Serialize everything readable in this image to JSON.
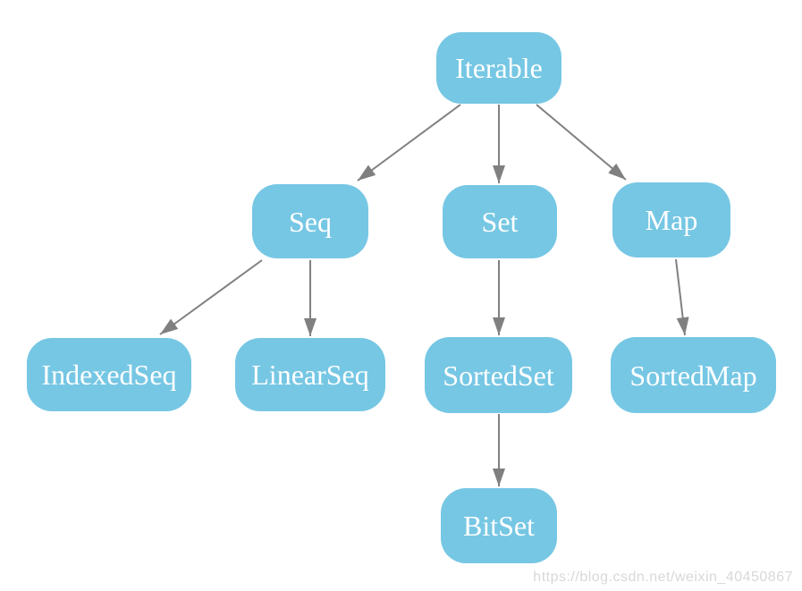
{
  "colors": {
    "background": "#FFFFFF",
    "node_fill": "#76C7E4",
    "node_text": "#FFFFFF",
    "edge": "#808080",
    "watermark": "#D8D8D8"
  },
  "diagram": {
    "type": "hierarchy",
    "nodes": {
      "iterable": {
        "label": "Iterable"
      },
      "seq": {
        "label": "Seq"
      },
      "set": {
        "label": "Set"
      },
      "map": {
        "label": "Map"
      },
      "indexedseq": {
        "label": "IndexedSeq"
      },
      "linearseq": {
        "label": "LinearSeq"
      },
      "sortedset": {
        "label": "SortedSet"
      },
      "sortedmap": {
        "label": "SortedMap"
      },
      "bitset": {
        "label": "BitSet"
      }
    },
    "edges": [
      {
        "from": "Iterable",
        "to": "Seq"
      },
      {
        "from": "Iterable",
        "to": "Set"
      },
      {
        "from": "Iterable",
        "to": "Map"
      },
      {
        "from": "Seq",
        "to": "IndexedSeq"
      },
      {
        "from": "Seq",
        "to": "LinearSeq"
      },
      {
        "from": "Set",
        "to": "SortedSet"
      },
      {
        "from": "Map",
        "to": "SortedMap"
      },
      {
        "from": "SortedSet",
        "to": "BitSet"
      }
    ]
  },
  "watermark": {
    "text": "https://blog.csdn.net/weixin_40450867"
  }
}
